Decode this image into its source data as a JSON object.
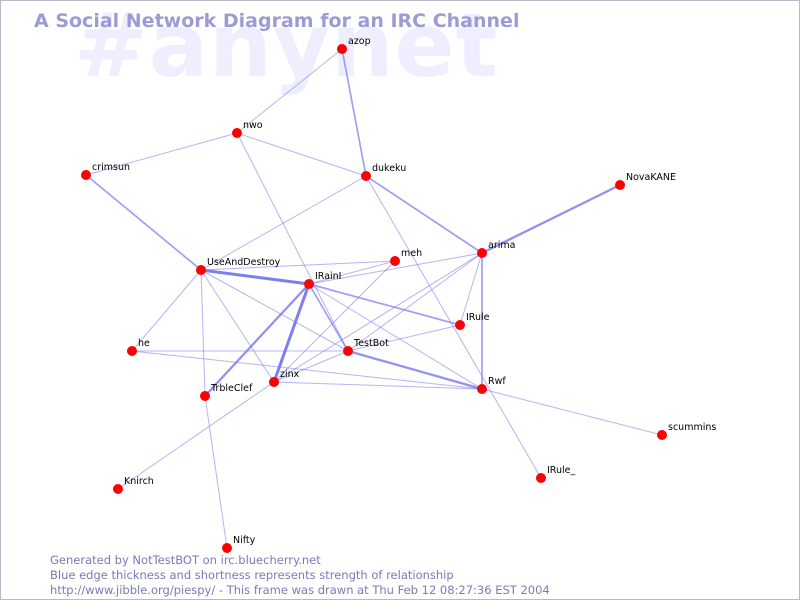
{
  "watermark": "#anynet",
  "title": "A Social Network Diagram for an IRC Channel",
  "footer": {
    "line1": "Generated by NotTestBOT on irc.bluecherry.net",
    "line2": "Blue edge thickness and shortness represents strength of relationship",
    "line3": "http://www.jibble.org/piespy/ - This frame was drawn at Thu Feb 12 08:27:36 EST 2004"
  },
  "colors": {
    "node": "#ff0000",
    "edge": "#7777ee",
    "title": "#9c9cd4",
    "footer": "#7a7ab8",
    "watermark": "#eeeeff"
  },
  "nodes": [
    {
      "id": "azop",
      "label": "azop"
    },
    {
      "id": "nwo",
      "label": "nwo"
    },
    {
      "id": "crimsun",
      "label": "crimsun"
    },
    {
      "id": "dukeku",
      "label": "dukeku"
    },
    {
      "id": "NovaKANE",
      "label": "NovaKANE"
    },
    {
      "id": "arima",
      "label": "arima"
    },
    {
      "id": "meh",
      "label": "meh"
    },
    {
      "id": "UseAndDestroy",
      "label": "UseAndDestroy"
    },
    {
      "id": "IRainI",
      "label": "IRainI"
    },
    {
      "id": "IRule",
      "label": "IRule"
    },
    {
      "id": "TestBot",
      "label": "TestBot"
    },
    {
      "id": "he",
      "label": "he"
    },
    {
      "id": "zinx",
      "label": "zinx"
    },
    {
      "id": "TrbleClef",
      "label": "TrbleClef"
    },
    {
      "id": "Rwf",
      "label": "Rwf"
    },
    {
      "id": "scummins",
      "label": "scummins"
    },
    {
      "id": "IRule_",
      "label": "IRule_"
    },
    {
      "id": "Knirch",
      "label": "Knirch"
    },
    {
      "id": "Nifty",
      "label": "Nifty"
    }
  ],
  "edges": [
    {
      "source": "azop",
      "target": "nwo",
      "strength": 1
    },
    {
      "source": "azop",
      "target": "dukeku",
      "strength": 2
    },
    {
      "source": "nwo",
      "target": "crimsun",
      "strength": 1
    },
    {
      "source": "nwo",
      "target": "dukeku",
      "strength": 1
    },
    {
      "source": "nwo",
      "target": "TestBot",
      "strength": 1
    },
    {
      "source": "crimsun",
      "target": "UseAndDestroy",
      "strength": 2
    },
    {
      "source": "dukeku",
      "target": "UseAndDestroy",
      "strength": 1
    },
    {
      "source": "dukeku",
      "target": "arima",
      "strength": 2
    },
    {
      "source": "dukeku",
      "target": "IRule_",
      "strength": 1
    },
    {
      "source": "NovaKANE",
      "target": "arima",
      "strength": 3
    },
    {
      "source": "arima",
      "target": "IRainI",
      "strength": 1
    },
    {
      "source": "arima",
      "target": "IRule",
      "strength": 1
    },
    {
      "source": "arima",
      "target": "Rwf",
      "strength": 2
    },
    {
      "source": "arima",
      "target": "TestBot",
      "strength": 1
    },
    {
      "source": "arima",
      "target": "zinx",
      "strength": 1
    },
    {
      "source": "meh",
      "target": "IRainI",
      "strength": 1
    },
    {
      "source": "meh",
      "target": "UseAndDestroy",
      "strength": 1
    },
    {
      "source": "meh",
      "target": "zinx",
      "strength": 1
    },
    {
      "source": "UseAndDestroy",
      "target": "IRainI",
      "strength": 4
    },
    {
      "source": "UseAndDestroy",
      "target": "he",
      "strength": 1
    },
    {
      "source": "UseAndDestroy",
      "target": "TrbleClef",
      "strength": 1
    },
    {
      "source": "UseAndDestroy",
      "target": "zinx",
      "strength": 1
    },
    {
      "source": "UseAndDestroy",
      "target": "TestBot",
      "strength": 1
    },
    {
      "source": "IRainI",
      "target": "TestBot",
      "strength": 2
    },
    {
      "source": "IRainI",
      "target": "IRule",
      "strength": 2
    },
    {
      "source": "IRainI",
      "target": "zinx",
      "strength": 4
    },
    {
      "source": "IRainI",
      "target": "TrbleClef",
      "strength": 3
    },
    {
      "source": "IRainI",
      "target": "Rwf",
      "strength": 1
    },
    {
      "source": "IRule",
      "target": "TestBot",
      "strength": 1
    },
    {
      "source": "TestBot",
      "target": "Rwf",
      "strength": 3
    },
    {
      "source": "TestBot",
      "target": "he",
      "strength": 1
    },
    {
      "source": "TestBot",
      "target": "zinx",
      "strength": 1
    },
    {
      "source": "he",
      "target": "Rwf",
      "strength": 1
    },
    {
      "source": "zinx",
      "target": "Rwf",
      "strength": 1
    },
    {
      "source": "zinx",
      "target": "Knirch",
      "strength": 1
    },
    {
      "source": "TrbleClef",
      "target": "Nifty",
      "strength": 1
    },
    {
      "source": "Rwf",
      "target": "scummins",
      "strength": 1
    }
  ]
}
